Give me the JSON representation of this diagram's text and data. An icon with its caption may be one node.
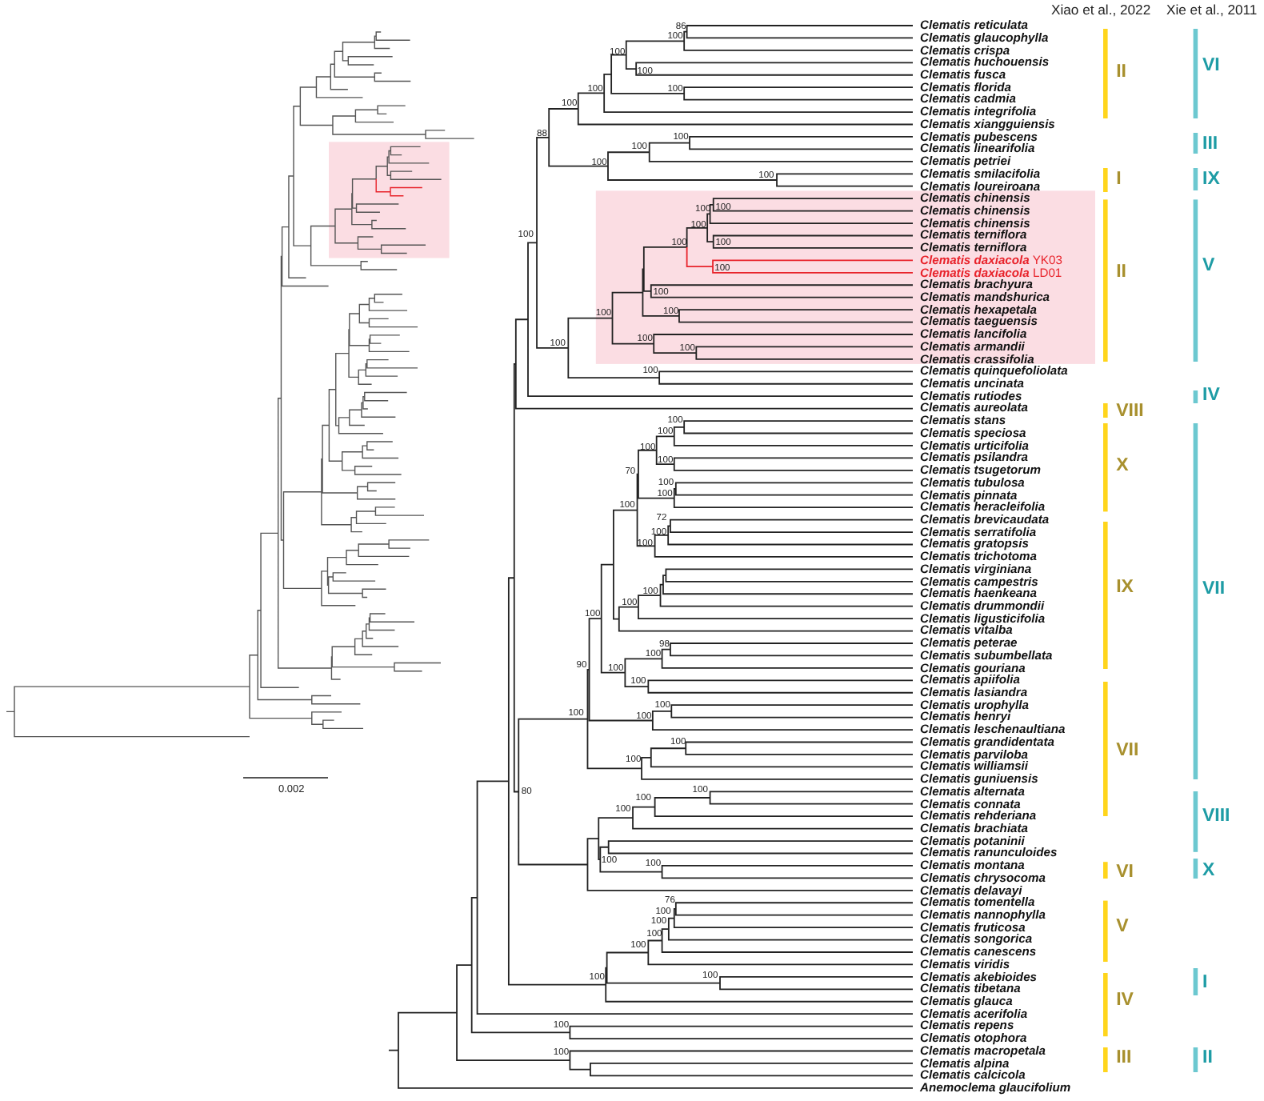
{
  "diagram": {
    "labels": [
      "Xiao et al., 2022",
      "Xie et al., 2011",
      "Clematis reticulata",
      "Clematis glaucophylla",
      "Clematis crispa",
      "Clematis huchouensis",
      "Clematis fusca",
      "Clematis florida",
      "Clematis cadmia",
      "Clematis integrifolia",
      "Clematis xiangguiensis",
      "Clematis pubescens",
      "Clematis linearifolia",
      "Clematis petriei",
      "Clematis smilacifolia",
      "Clematis loureiroana",
      "Clematis chinensis",
      "Clematis chinensis",
      "Clematis chinensis",
      "Clematis terniflora",
      "Clematis terniflora",
      "*Clematis daxiacola* YK03",
      "*Clematis daxiacola* LD01",
      "Clematis brachyura",
      "Clematis mandshurica",
      "Clematis hexapetala",
      "Clematis taeguensis",
      "Clematis lancifolia",
      "Clematis armandii",
      "Clematis crassifolia",
      "Clematis quinquefoliolata",
      "Clematis uncinata",
      "Clematis rutiodes",
      "Clematis aureolata",
      "Clematis stans",
      "Clematis speciosa",
      "Clematis urticifolia",
      "Clematis psilandra",
      "Clematis tsugetorum",
      "Clematis tubulosa",
      "Clematis pinnata",
      "Clematis heracleifolia",
      "Clematis brevicaudata",
      "Clematis serratifolia",
      "Clematis gratopsis",
      "Clematis trichotoma",
      "Clematis virginiana",
      "Clematis campestris",
      "Clematis haenkeana",
      "Clematis drummondii",
      "Clematis ligusticifolia",
      "Clematis vitalba",
      "Clematis peterae",
      "Clematis subumbellata",
      "Clematis gouriana",
      "Clematis apiifolia",
      "Clematis lasiandra",
      "Clematis urophylla",
      "Clematis henryi",
      "Clematis leschenaultiana",
      "Clematis grandidentata",
      "Clematis parviloba",
      "Clematis williamsii",
      "Clematis guniuensis",
      "Clematis alternata",
      "Clematis connata",
      "Clematis rehderiana",
      "Clematis brachiata",
      "Clematis potaninii",
      "Clematis ranunculoides",
      "Clematis montana",
      "Clematis chrysocoma",
      "Clematis delavayi",
      "Clematis tomentella",
      "Clematis nannophylla",
      "Clematis fruticosa",
      "Clematis songorica",
      "Clematis canescens",
      "Clematis viridis",
      "Clematis akebioides",
      "Clematis tibetana",
      "Clematis glauca",
      "Clematis acerifolia",
      "Clematis repens",
      "Clematis otophora",
      "Clematis macropetala",
      "Clematis alpina",
      "Clematis calcicola",
      "Anemoclema glaucifolium",
      "II",
      "I",
      "II",
      "VIII",
      "X",
      "IX",
      "VII",
      "VI",
      "V",
      "IV",
      "III",
      "VI",
      "III",
      "IX",
      "V",
      "IV",
      "VII",
      "VIII",
      "X",
      "I",
      "II",
      "86",
      "100",
      "100",
      "100",
      "100",
      "100",
      "100",
      "88",
      "100",
      "100",
      "100",
      "100",
      "100",
      "100",
      "100",
      "100",
      "100",
      "100",
      "100",
      "100",
      "100",
      "100",
      "100",
      "100",
      "100",
      "100",
      "100",
      "100",
      "100",
      "100",
      "70",
      "100",
      "100",
      "100",
      "72",
      "100",
      "100",
      "100",
      "100",
      "100",
      "98",
      "100",
      "90",
      "100",
      "100",
      "100",
      "100",
      "100",
      "100",
      "100",
      "100",
      "80",
      "100",
      "100",
      "100",
      "100",
      "76",
      "100",
      "100",
      "100",
      "100",
      "100",
      "100",
      "100",
      "100",
      "0.002"
    ]
  }
}
